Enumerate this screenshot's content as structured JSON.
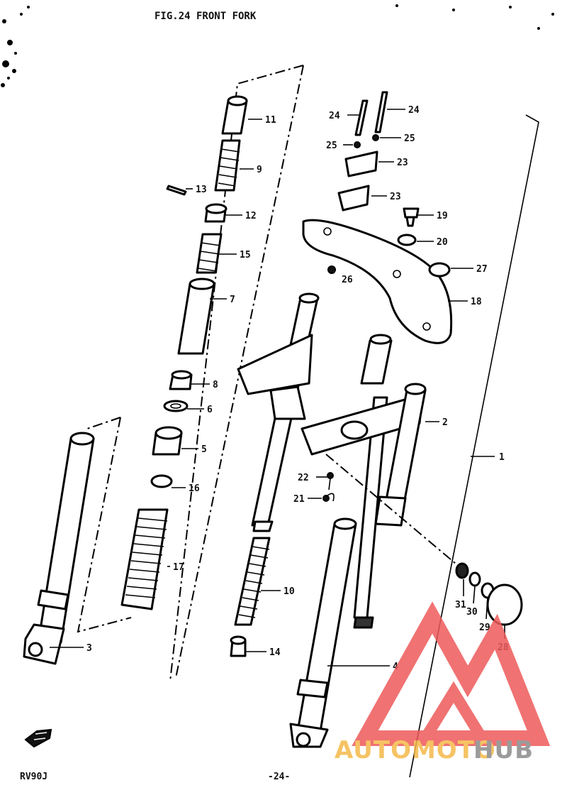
{
  "header": {
    "title": "FIG.24  FRONT FORK"
  },
  "footer": {
    "model": "RV90J",
    "page": "-24-"
  },
  "watermark": {
    "brand_a": "AUTOMOTO",
    "brand_b": "HUB",
    "color_a": "#f5b94a",
    "color_b": "#8a8a8a",
    "logo_color": "#ee5a5a"
  },
  "callouts": [
    {
      "id": "c1",
      "text": "1"
    },
    {
      "id": "c2",
      "text": "2"
    },
    {
      "id": "c3",
      "text": "3"
    },
    {
      "id": "c4",
      "text": "4"
    },
    {
      "id": "c5",
      "text": "5"
    },
    {
      "id": "c6",
      "text": "6"
    },
    {
      "id": "c7",
      "text": "7"
    },
    {
      "id": "c8",
      "text": "8"
    },
    {
      "id": "c9",
      "text": "9"
    },
    {
      "id": "c10",
      "text": "10"
    },
    {
      "id": "c11",
      "text": "11"
    },
    {
      "id": "c12",
      "text": "12"
    },
    {
      "id": "c13",
      "text": "13"
    },
    {
      "id": "c14",
      "text": "14"
    },
    {
      "id": "c15",
      "text": "15"
    },
    {
      "id": "c16",
      "text": "16"
    },
    {
      "id": "c17",
      "text": "17"
    },
    {
      "id": "c18",
      "text": "18"
    },
    {
      "id": "c19",
      "text": "19"
    },
    {
      "id": "c20",
      "text": "20"
    },
    {
      "id": "c21",
      "text": "21"
    },
    {
      "id": "c22",
      "text": "22"
    },
    {
      "id": "c23a",
      "text": "23"
    },
    {
      "id": "c23b",
      "text": "23"
    },
    {
      "id": "c24a",
      "text": "24"
    },
    {
      "id": "c24b",
      "text": "24"
    },
    {
      "id": "c25a",
      "text": "25"
    },
    {
      "id": "c25b",
      "text": "25"
    },
    {
      "id": "c26",
      "text": "26"
    },
    {
      "id": "c27",
      "text": "27"
    },
    {
      "id": "c28",
      "text": "28"
    },
    {
      "id": "c29",
      "text": "29"
    },
    {
      "id": "c30",
      "text": "30"
    },
    {
      "id": "c31",
      "text": "31"
    }
  ]
}
